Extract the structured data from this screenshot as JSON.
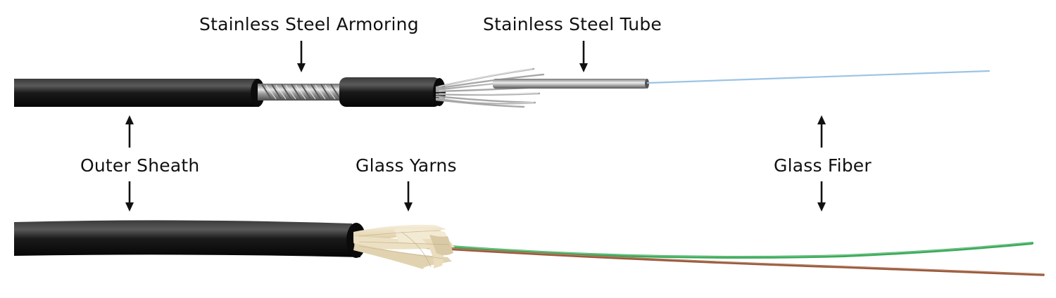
{
  "labels": {
    "armoring": "Stainless Steel Armoring",
    "tube": "Stainless Steel Tube",
    "outer_sheath": "Outer Sheath",
    "glass_yarns": "Glass Yarns",
    "glass_fiber": "Glass Fiber"
  },
  "colors": {
    "sheath": "#151515",
    "steel": "#9a9a9a",
    "fiber_blue": "#9cc4e4",
    "fiber_green": "#3caa5a",
    "fiber_brown": "#9a5a3c",
    "yarn": "#efe3c6",
    "arrow": "#111111"
  }
}
